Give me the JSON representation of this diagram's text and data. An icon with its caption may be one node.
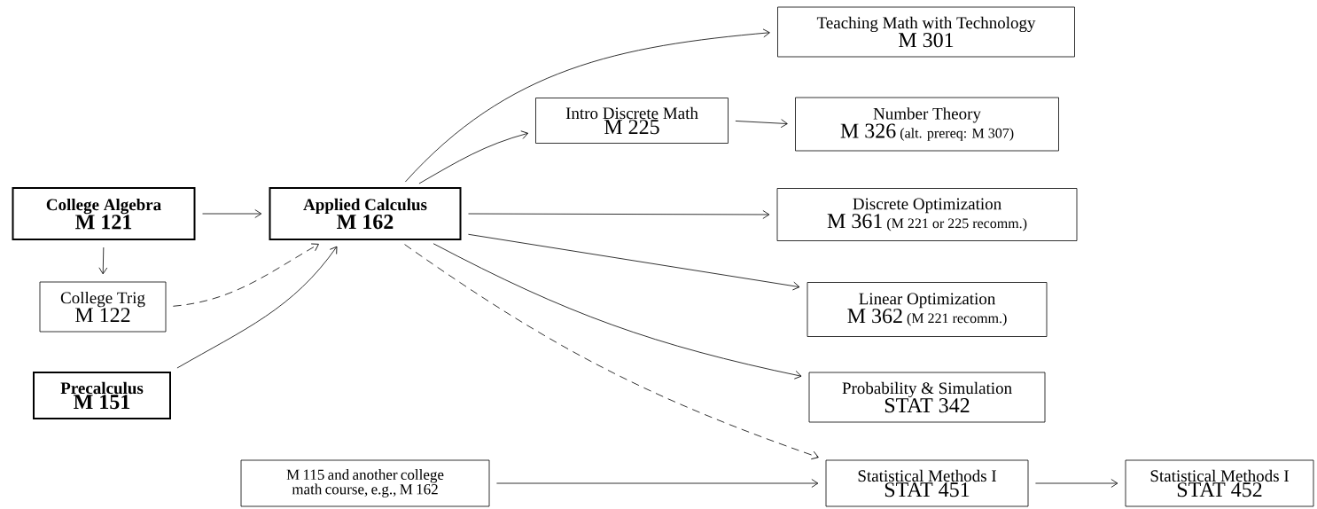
{
  "diagram": {
    "nodes": [
      {
        "text": [
          "College Algebra",
          "M 121"
        ]
      },
      {
        "text": [
          "Applied Calculus",
          "M 162"
        ]
      },
      {
        "text": [
          "College Trig",
          "M 122"
        ]
      },
      {
        "text": [
          "Precalculus",
          "M 151"
        ]
      },
      {
        "text": [
          "Teaching Math with Technology",
          "M 301"
        ]
      },
      {
        "text": [
          "Intro Discrete Math",
          "M 225"
        ]
      },
      {
        "text": [
          "Number Theory",
          "M 326",
          "(alt. prereq: M 307)"
        ]
      },
      {
        "text": [
          "Discrete Optimization",
          "M 361",
          "(M 221 or 225 recomm.)"
        ]
      },
      {
        "text": [
          "Linear Optimization",
          "M 362",
          "(M 221 recomm.)"
        ]
      },
      {
        "text": [
          "Probability & Simulation",
          "STAT 342"
        ]
      },
      {
        "text": [
          "M 115 and another college math course, e.g., M 162"
        ]
      },
      {
        "text": [
          "Statistical Methods I",
          "STAT 451"
        ]
      },
      {
        "text": [
          "Statistical Methods I",
          "STAT 452"
        ]
      }
    ],
    "edges": [
      {
        "from": 0,
        "to": 1,
        "arrow": "to"
      },
      {
        "from": 0,
        "to": 2,
        "arrow": "to"
      },
      {
        "from": 2,
        "to": 1,
        "arrow": "to",
        "style": "dashed"
      },
      {
        "from": 3,
        "to": 1,
        "arrow": "to"
      },
      {
        "from": 1,
        "to": 4,
        "arrow": "to"
      },
      {
        "from": 1,
        "to": 5,
        "arrow": "to"
      },
      {
        "from": 5,
        "to": 6,
        "arrow": "to"
      },
      {
        "from": 1,
        "to": 7,
        "arrow": "to"
      },
      {
        "from": 1,
        "to": 8,
        "arrow": "to"
      },
      {
        "from": 1,
        "to": 9,
        "arrow": "to"
      },
      {
        "from": 1,
        "to": 11,
        "arrow": "to",
        "style": "dashed"
      },
      {
        "from": 10,
        "to": 11,
        "arrow": "to"
      },
      {
        "from": 11,
        "to": 12,
        "arrow": "to"
      }
    ]
  }
}
